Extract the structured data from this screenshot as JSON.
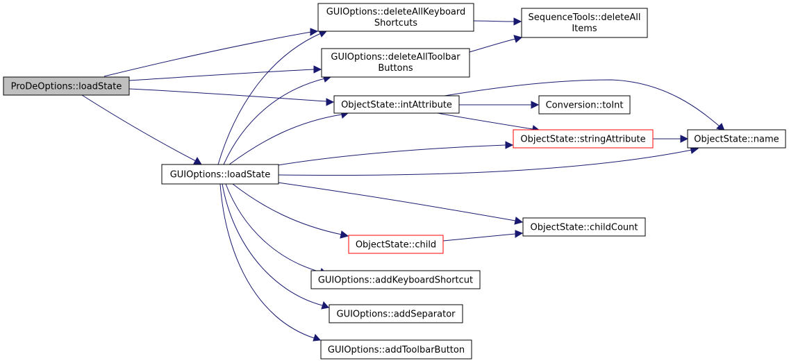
{
  "diagram": {
    "colors": {
      "edge": "#191970",
      "root_fill": "#bfbfbf",
      "node_border": "#000000",
      "highlight_border": "#ff0000",
      "background": "#ffffff"
    },
    "nodes": {
      "prode_loadstate": {
        "lines": [
          "ProDeOptions::loadState"
        ],
        "style": "root"
      },
      "gui_loadstate": {
        "lines": [
          "GUIOptions::loadState"
        ],
        "style": "normal"
      },
      "gui_deleteallkeyboard": {
        "lines": [
          "GUIOptions::deleteAllKeyboard",
          "Shortcuts"
        ],
        "style": "normal"
      },
      "gui_deletealltoolbar": {
        "lines": [
          "GUIOptions::deleteAllToolbar",
          "Buttons"
        ],
        "style": "normal"
      },
      "seq_deleteall": {
        "lines": [
          "SequenceTools::deleteAll",
          "Items"
        ],
        "style": "normal"
      },
      "obj_intattribute": {
        "lines": [
          "ObjectState::intAttribute"
        ],
        "style": "normal"
      },
      "conv_toint": {
        "lines": [
          "Conversion::toInt"
        ],
        "style": "normal"
      },
      "obj_stringattribute": {
        "lines": [
          "ObjectState::stringAttribute"
        ],
        "style": "highlight"
      },
      "obj_name": {
        "lines": [
          "ObjectState::name"
        ],
        "style": "normal"
      },
      "obj_childcount": {
        "lines": [
          "ObjectState::childCount"
        ],
        "style": "normal"
      },
      "obj_child": {
        "lines": [
          "ObjectState::child"
        ],
        "style": "highlight"
      },
      "gui_addkeyboard": {
        "lines": [
          "GUIOptions::addKeyboardShortcut"
        ],
        "style": "normal"
      },
      "gui_addseparator": {
        "lines": [
          "GUIOptions::addSeparator"
        ],
        "style": "normal"
      },
      "gui_addtoolbar": {
        "lines": [
          "GUIOptions::addToolbarButton"
        ],
        "style": "normal"
      }
    }
  }
}
